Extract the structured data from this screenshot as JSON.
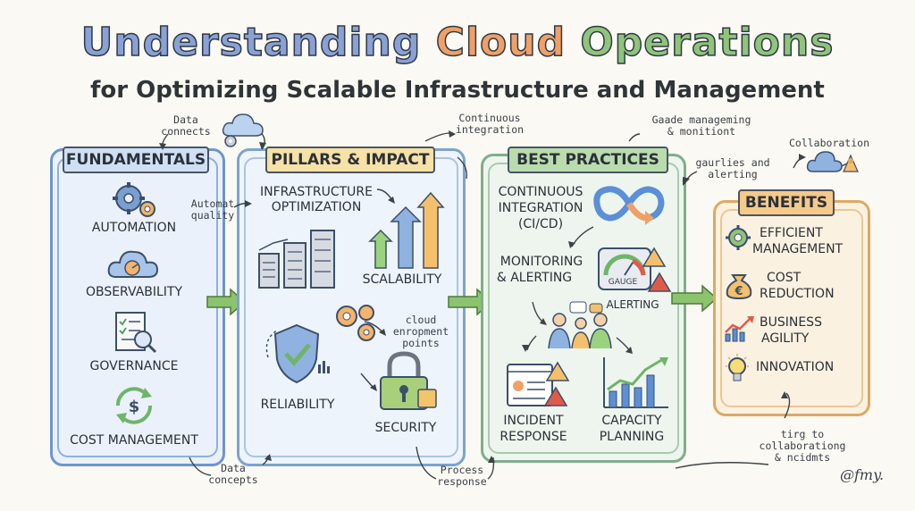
{
  "title": {
    "words": [
      {
        "text": "Understanding",
        "color": "#8aa1d6"
      },
      {
        "text": "Cloud",
        "color": "#f0a067"
      },
      {
        "text": "Operations",
        "color": "#8fc47a"
      }
    ]
  },
  "subtitle": "for Optimizing Scalable Infrastructure and Management",
  "sections": {
    "fundamentals": {
      "heading": "FUNDAMENTALS",
      "items": [
        "AUTOMATION",
        "OBSERVABILITY",
        "GOVERNANCE",
        "COST MANAGEMENT"
      ]
    },
    "pillars": {
      "heading": "PILLARS & IMPACT",
      "infra_line1": "INFRASTRUCTURE",
      "infra_line2": "OPTIMIZATION",
      "scalability": "SCALABILITY",
      "reliability": "RELIABILITY",
      "security": "SECURITY"
    },
    "best_practices": {
      "heading": "BEST PRACTICES",
      "ci_line1": "CONTINUOUS",
      "ci_line2": "INTEGRATION",
      "ci_line3": "(CI/CD)",
      "mon_line1": "MONITORING",
      "mon_line2": "& ALERTING",
      "gauge": "GAUGE",
      "alerting": "ALERTING",
      "incident_line1": "INCIDENT",
      "incident_line2": "RESPONSE",
      "capacity_line1": "CAPACITY",
      "capacity_line2": "PLANNING"
    },
    "benefits": {
      "heading": "BENEFITS",
      "efficient_line1": "EFFICIENT",
      "efficient_line2": "MANAGEMENT",
      "cost_line1": "COST",
      "cost_line2": "REDUCTION",
      "agility_line1": "BUSINESS",
      "agility_line2": "AGILITY",
      "innovation": "INNOVATION"
    }
  },
  "annotations": {
    "data_connects_1": "Data",
    "data_connects_2": "connects",
    "continuous_1": "Continuous",
    "continuous_2": "integration",
    "gaade_1": "Gaade manageming",
    "gaade_2": "& monitiont",
    "collaboration": "Collaboration",
    "gaurlies_1": "gaurlies and",
    "gaurlies_2": "alerting",
    "automat_1": "Automat",
    "automat_2": "quality",
    "cloud_env_1": "cloud",
    "cloud_env_2": "enropment",
    "cloud_env_3": "points",
    "data_concepts_1": "Data",
    "data_concepts_2": "concepts",
    "process_1": "Process",
    "process_2": "response",
    "tirg_1": "tirg to",
    "tirg_2": "collaborationg",
    "tirg_3": "& ncidmts",
    "signature": "@fmy."
  },
  "colors": {
    "fundamentals_border": "#6e95cc",
    "fundamentals_fill": "#eaf1fa",
    "pillars_border": "#7aa3d0",
    "pillars_fill": "#eef4fb",
    "pillars_tag": "#f6e1a6",
    "best_border": "#7fae8a",
    "best_fill": "#edf5ee",
    "best_tag": "#b9dcae",
    "benefits_border": "#e0a862",
    "benefits_fill": "#fbf1e1",
    "benefits_tag": "#f5c98a",
    "arrow_green": "#8cc46e"
  }
}
